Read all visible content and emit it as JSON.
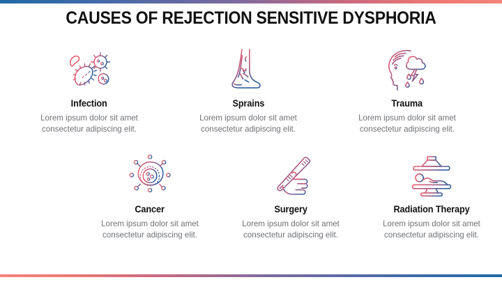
{
  "slide": {
    "title": "CAUSES OF REJECTION SENSITIVE DYSPHORIA",
    "background_color": "#ffffff",
    "title_color": "#101010",
    "body_text_color": "#6f7175"
  },
  "accents": {
    "gradient_start_blue": "#1f6aa5",
    "gradient_mid_purple": "#7a6aa0",
    "gradient_end_red": "#f5837a",
    "icon_red": "#e8566b",
    "icon_blue": "#3d5a9e"
  },
  "rows": [
    {
      "items": [
        {
          "icon": "bacteria-germs-icon",
          "title": "Infection",
          "description": "Lorem ipsum dolor sit amet consectetur adipiscing elit."
        },
        {
          "icon": "foot-ankle-sprain-icon",
          "title": "Sprains",
          "description": "Lorem ipsum dolor sit amet consectetur adipiscing elit."
        },
        {
          "icon": "head-storm-cloud-icon",
          "title": "Trauma",
          "description": "Lorem ipsum dolor sit amet consectetur adipiscing elit."
        }
      ]
    },
    {
      "items": [
        {
          "icon": "cancer-cell-icon",
          "title": "Cancer",
          "description": "Lorem ipsum dolor sit amet consectetur adipiscing elit."
        },
        {
          "icon": "hand-scalpel-surgery-icon",
          "title": "Surgery",
          "description": "Lorem ipsum dolor sit amet consectetur adipiscing elit."
        },
        {
          "icon": "radiation-therapy-machine-icon",
          "title": "Radiation Therapy",
          "description": "Lorem ipsum dolor sit amet consectetur adipiscing elit."
        }
      ]
    }
  ]
}
